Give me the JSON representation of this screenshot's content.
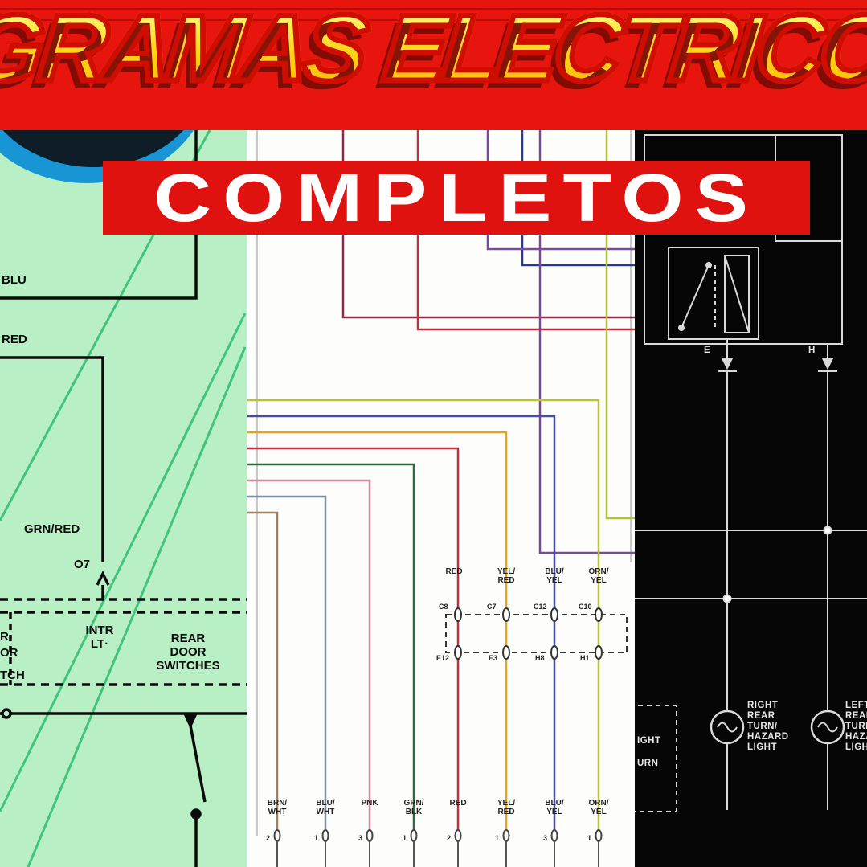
{
  "banner": {
    "title": "DIAGRAMAS ELECTRICOS",
    "subtitle": "COMPLETOS"
  },
  "colors": {
    "banner_red": "#e8140e",
    "subtitle_red": "#e01210",
    "title_yellow": "#ffd214",
    "title_outline": "#cf0d00",
    "left_panel_bg": "#b9efc4",
    "mid_panel_bg": "#fdfdfb",
    "right_panel_bg": "#060606",
    "green_wire": "#2dbd6e"
  },
  "left_panel": {
    "labels": {
      "wire_blu": "BLU",
      "wire_red": "RED",
      "wire_grn_red": "GRN/RED",
      "connector_o7": "O7",
      "intr_lt": "INTR\nLT·",
      "rear_door_switches": "REAR\nDOOR\nSWITCHES",
      "cropped": [
        "R",
        "OR",
        "TCH"
      ]
    }
  },
  "middle_panel": {
    "wire_labels_mid": [
      "RED",
      "YEL/\nRED",
      "BLU/\nYEL",
      "ORN/\nYEL"
    ],
    "connector_pins_top": [
      "C8",
      "C7",
      "C12",
      "C10"
    ],
    "connector_pins_bottom": [
      "E12",
      "E3",
      "H8",
      "H1"
    ],
    "wire_labels_bottom": [
      "BRN/\nWHT",
      "BLU/\nWHT",
      "PNK",
      "GRN/\nBLK",
      "RED",
      "YEL/\nRED",
      "BLU/\nYEL",
      "ORN/\nYEL"
    ],
    "pin_numbers_bottom": [
      "2",
      "1",
      "3",
      "1",
      "2",
      "1",
      "3",
      "1"
    ]
  },
  "right_panel": {
    "terminal_e": "E",
    "terminal_h": "H",
    "right_rear_lamp": "RIGHT\nREAR\nTURN/\nHAZARD\nLIGHT",
    "left_rear_lamp": "LEFT\nREAR\nTURN/\nHAZARD\nLIGHT",
    "cropped": [
      "IGHT",
      "URN"
    ]
  }
}
